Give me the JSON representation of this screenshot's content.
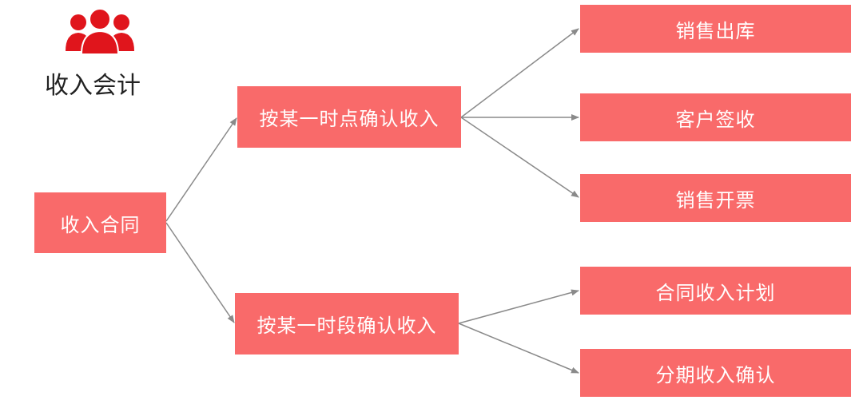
{
  "header": {
    "title": "收入会计",
    "icon": "people-icon"
  },
  "colors": {
    "box_fill": "#f96a6a",
    "box_text": "#ffffff",
    "arrow": "#8a8a8a",
    "icon": "#e0151c"
  },
  "diagram": {
    "root": "收入合同",
    "branches": [
      {
        "label": "按某一时点确认收入",
        "children": [
          "销售出库",
          "客户签收",
          "销售开票"
        ]
      },
      {
        "label": "按某一时段确认收入",
        "children": [
          "合同收入计划",
          "分期收入确认"
        ]
      }
    ]
  }
}
